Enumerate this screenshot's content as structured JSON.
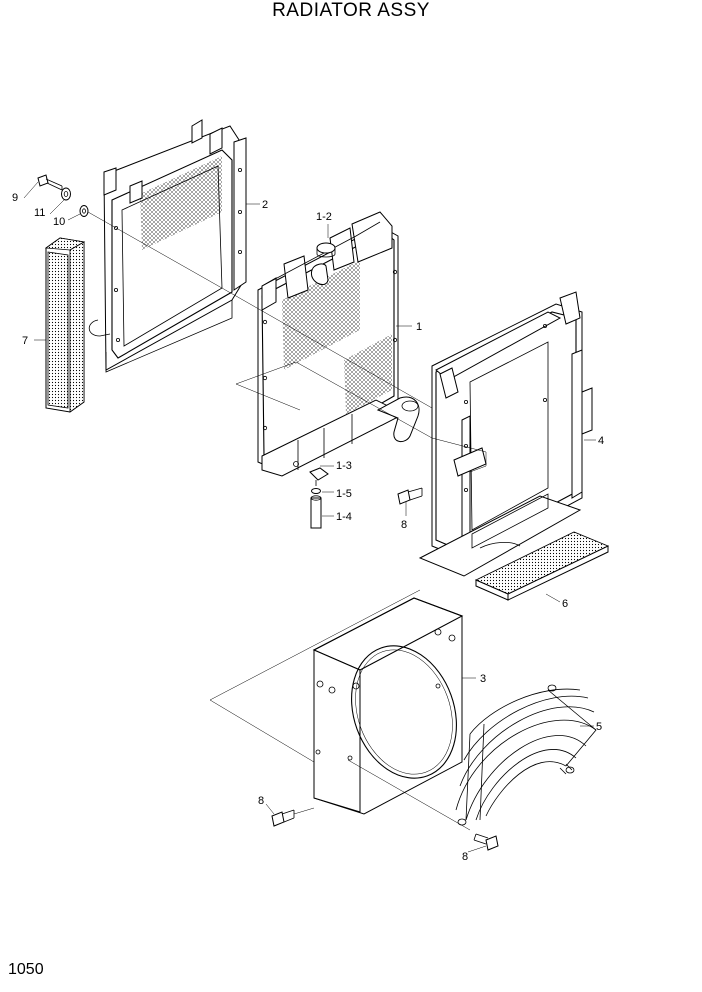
{
  "title": "RADIATOR ASSY",
  "page_number": "1050",
  "callouts": {
    "c1": "1",
    "c1_2": "1-2",
    "c1_3": "1-3",
    "c1_4": "1-4",
    "c1_5": "1-5",
    "c2": "2",
    "c3": "3",
    "c4": "4",
    "c5": "5",
    "c6": "6",
    "c7": "7",
    "c8a": "8",
    "c8b": "8",
    "c8c": "8",
    "c9": "9",
    "c10": "10",
    "c11": "11"
  }
}
